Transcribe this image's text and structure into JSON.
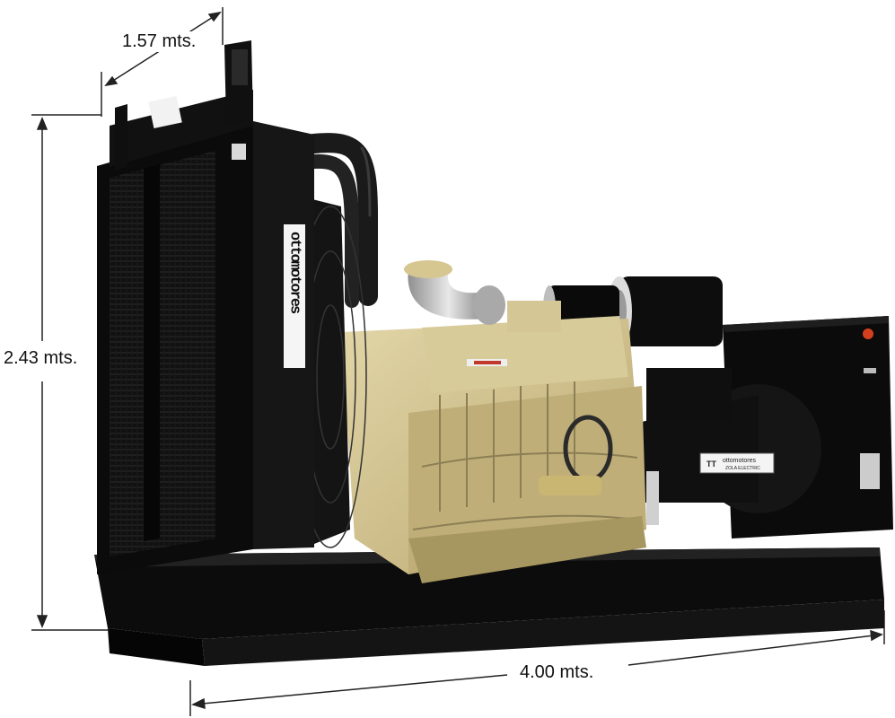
{
  "dimensions": {
    "width_label": "1.57 mts.",
    "height_label": "2.43 mts.",
    "length_label": "4.00 mts."
  },
  "branding": {
    "radiator_text": "ottomotores",
    "alternator_text": "ottomotores",
    "alternator_subtext": "ZOLA ELECTRIC"
  },
  "colors": {
    "engine": "#cfc08f",
    "frame": "#0d0d0d",
    "background": "#ffffff"
  }
}
